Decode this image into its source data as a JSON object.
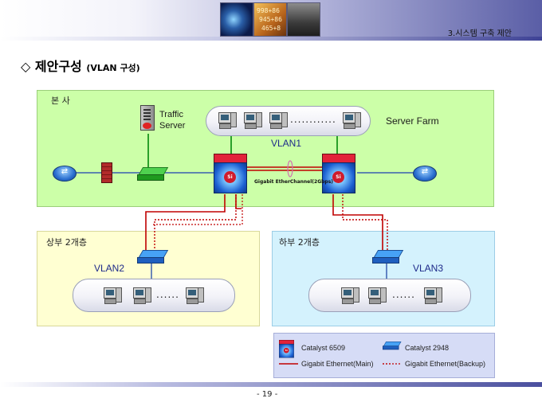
{
  "header": {
    "chapter": "3.시스템 구축 제안",
    "thumb2_text": [
      "998+86",
      "945+86",
      "465+8"
    ]
  },
  "section": {
    "title": "◇ 제안구성",
    "subtitle": "(VLAN 구성)"
  },
  "zones": {
    "headquarters": "본   사",
    "upper": "상부 2개층",
    "lower": "하부 2개층"
  },
  "headquarters": {
    "traffic_server_label": [
      "Traffic",
      "Server"
    ],
    "server_farm_label": "Server Farm",
    "vlan_label": "VLAN1",
    "dots": "............",
    "etherchannel_label": "Gigabit EtherChannel(2Gbps)"
  },
  "upper": {
    "vlan_label": "VLAN2",
    "dots": "......"
  },
  "lower": {
    "vlan_label": "VLAN3",
    "dots": "......"
  },
  "legend": {
    "catalyst_6509": "Catalyst 6509",
    "catalyst_2948": "Catalyst 2948",
    "main_link": "Gigabit Ethernet(Main)",
    "backup_link": "Gigabit Ethernet(Backup)"
  },
  "colors": {
    "main_link": "#c00000",
    "backup_link": "#c00000",
    "lan_link": "#3a5fb0",
    "server_link": "#2aa02a"
  },
  "footer": {
    "page_number": "- 19 -"
  }
}
